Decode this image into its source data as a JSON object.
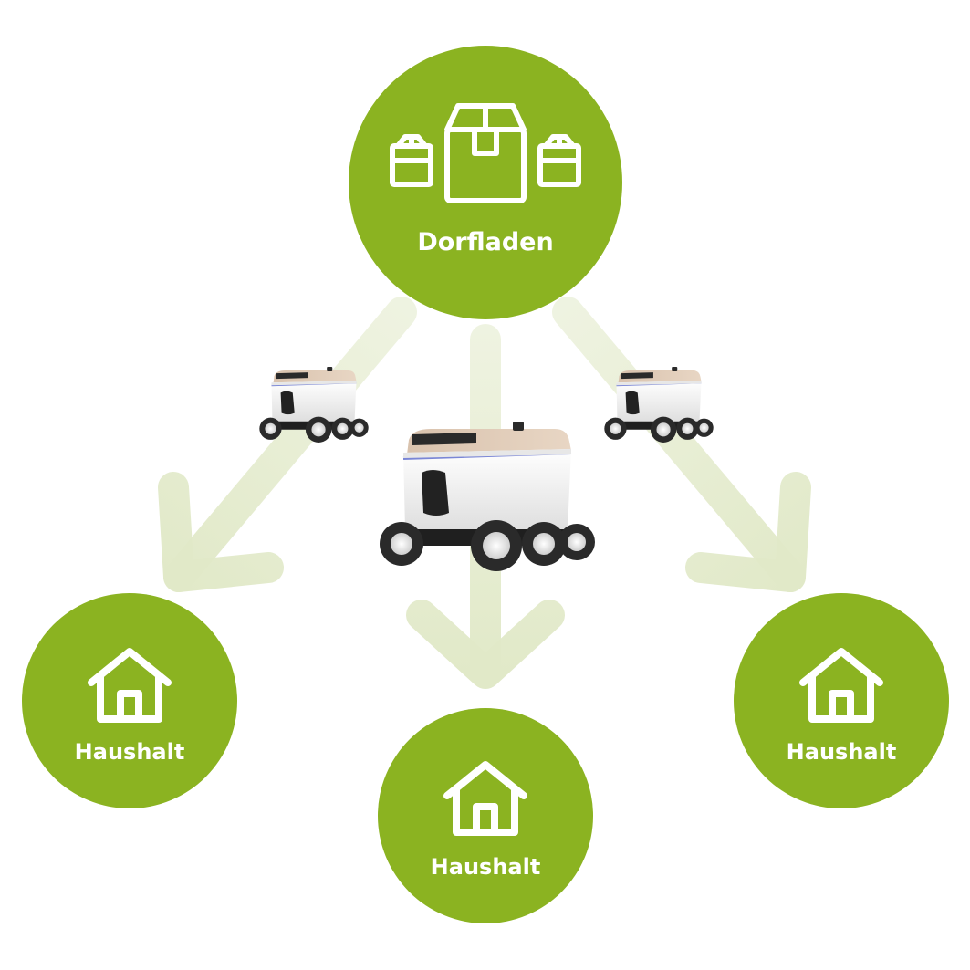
{
  "colors": {
    "node_fill": "#8bb321",
    "arrow": "#e1e9c8",
    "icon": "#ffffff"
  },
  "hub": {
    "label": "Dorfladen",
    "icon": "packages-icon"
  },
  "households": [
    {
      "label": "Haushalt",
      "icon": "house-icon"
    },
    {
      "label": "Haushalt",
      "icon": "house-icon"
    },
    {
      "label": "Haushalt",
      "icon": "house-icon"
    }
  ],
  "robots": {
    "icon": "delivery-robot-icon",
    "count": 3
  }
}
